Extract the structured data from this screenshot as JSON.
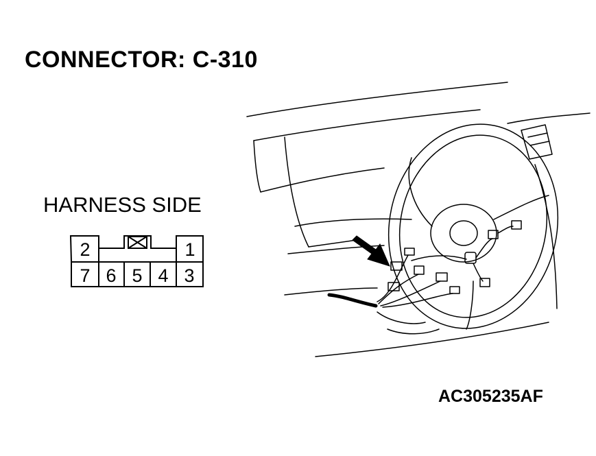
{
  "connector_title": "CONNECTOR: C-310",
  "harness_label": "HARNESS SIDE",
  "connector_pins": {
    "top_row": [
      "2",
      "1"
    ],
    "bottom_row": [
      "7",
      "6",
      "5",
      "4",
      "3"
    ]
  },
  "figure_code": "AC305235AF"
}
